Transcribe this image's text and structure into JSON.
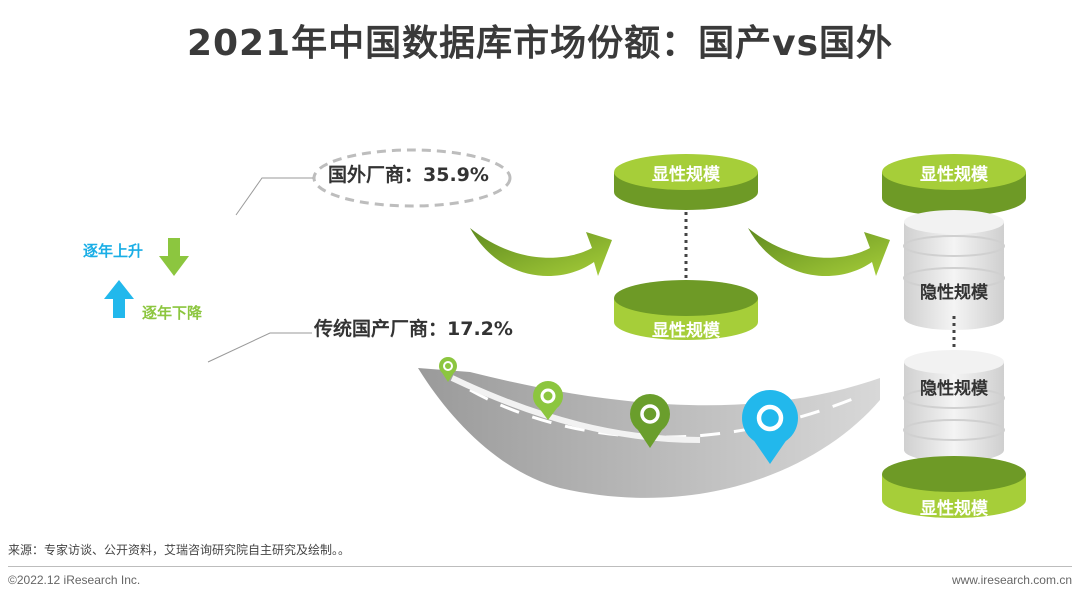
{
  "title": "2021年中国数据库市场份额：国产vs国外",
  "labels": {
    "foreign": "国外厂商：35.9%",
    "domestic": "传统国产厂商：17.2%",
    "yearly_rise": "逐年上升",
    "yearly_fall": "逐年下降"
  },
  "disks": {
    "explicit": "显性规模",
    "hidden": "隐性规模"
  },
  "footer": {
    "source": "来源：专家访谈、公开资料，艾瑞咨询研究院自主研究及绘制。。",
    "copyright": "©2022.12 iResearch Inc.",
    "url": "www.iresearch.com.cn"
  },
  "colors": {
    "green_light": "#a6ce39",
    "green_dark": "#6e9a26",
    "blue": "#22b8ec",
    "grey_disk": "#e9e9e9"
  }
}
